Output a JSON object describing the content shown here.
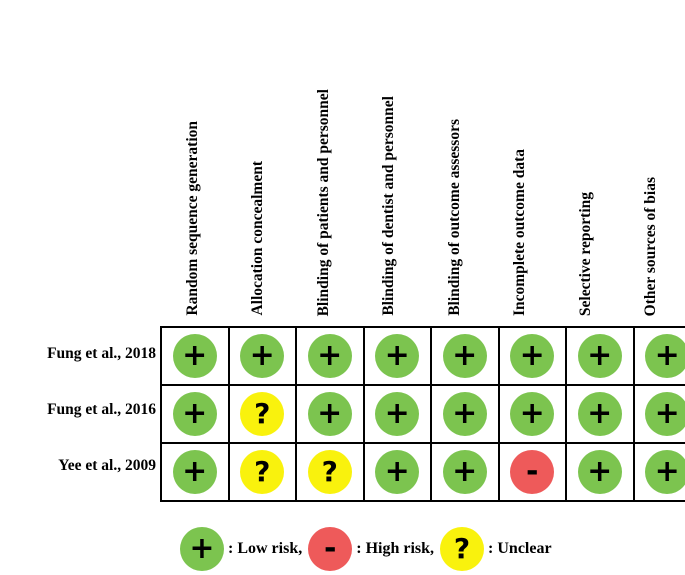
{
  "columns": [
    "Random sequence generation",
    "Allocation concealment",
    "Blinding of patients and personnel",
    "Blinding of dentist and personnel",
    "Blinding of outcome assessors",
    "Incomplete outcome data",
    "Selective reporting",
    "Other sources of bias"
  ],
  "rows": [
    {
      "study": "Fung et al., 2018",
      "ratings": [
        "low",
        "low",
        "low",
        "low",
        "low",
        "low",
        "low",
        "low"
      ]
    },
    {
      "study": "Fung et al., 2016",
      "ratings": [
        "low",
        "unclear",
        "low",
        "low",
        "low",
        "low",
        "low",
        "low"
      ]
    },
    {
      "study": "Yee et al., 2009",
      "ratings": [
        "low",
        "unclear",
        "unclear",
        "low",
        "low",
        "high",
        "low",
        "low"
      ]
    }
  ],
  "symbols": {
    "low": "+",
    "high": "-",
    "unclear": "?"
  },
  "legend": [
    {
      "rating": "low",
      "symbol": "+",
      "label": ": Low risk,"
    },
    {
      "rating": "high",
      "symbol": "-",
      "label": ": High risk,"
    },
    {
      "rating": "unclear",
      "symbol": "?",
      "label": ": Unclear"
    }
  ],
  "colors": {
    "low": "#7cc44f",
    "high": "#ee5a5a",
    "unclear": "#f9f20d"
  }
}
